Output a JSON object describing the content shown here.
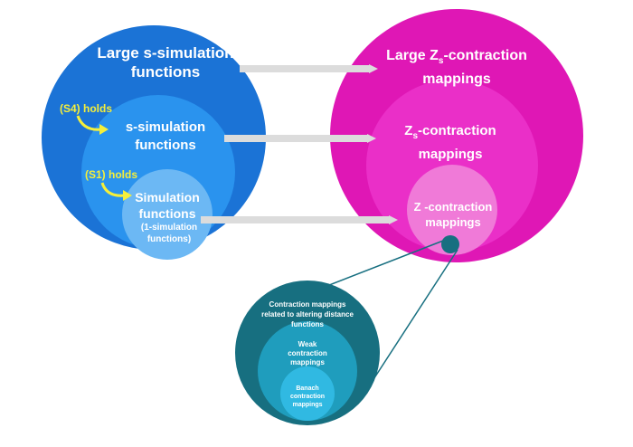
{
  "colors": {
    "blue_outer": "#1b73d6",
    "blue_mid": "#2a93ee",
    "blue_inner": "#6cb8f4",
    "pink_outer": "#df17b5",
    "pink_mid": "#ea2fc8",
    "pink_inner": "#f07ad8",
    "teal_outer": "#176f80",
    "teal_mid": "#1f9dbd",
    "teal_inner": "#30b9e2",
    "arrow": "#dcdcdc",
    "condition_text": "#f5ef3a"
  },
  "left": {
    "outer_label": "Large s-simulation functions",
    "mid_label": "s-simulation functions",
    "inner_label": "Simulation functions",
    "inner_sublabel": "(1-simulation functions)",
    "cond1": "(S4) holds",
    "cond2": "(S1) holds"
  },
  "right": {
    "outer_prefix": "Large Z",
    "outer_sub": "s",
    "outer_suffix": "-contraction mappings",
    "mid_prefix": "Z",
    "mid_sub": "s",
    "mid_suffix": "-contraction mappings",
    "inner_label": "Z -contraction mappings"
  },
  "bottom": {
    "outer_label": "Contraction mappings related to altering distance functions",
    "mid_label": "Weak contraction mappings",
    "inner_label": "Banach contraction mappings"
  }
}
